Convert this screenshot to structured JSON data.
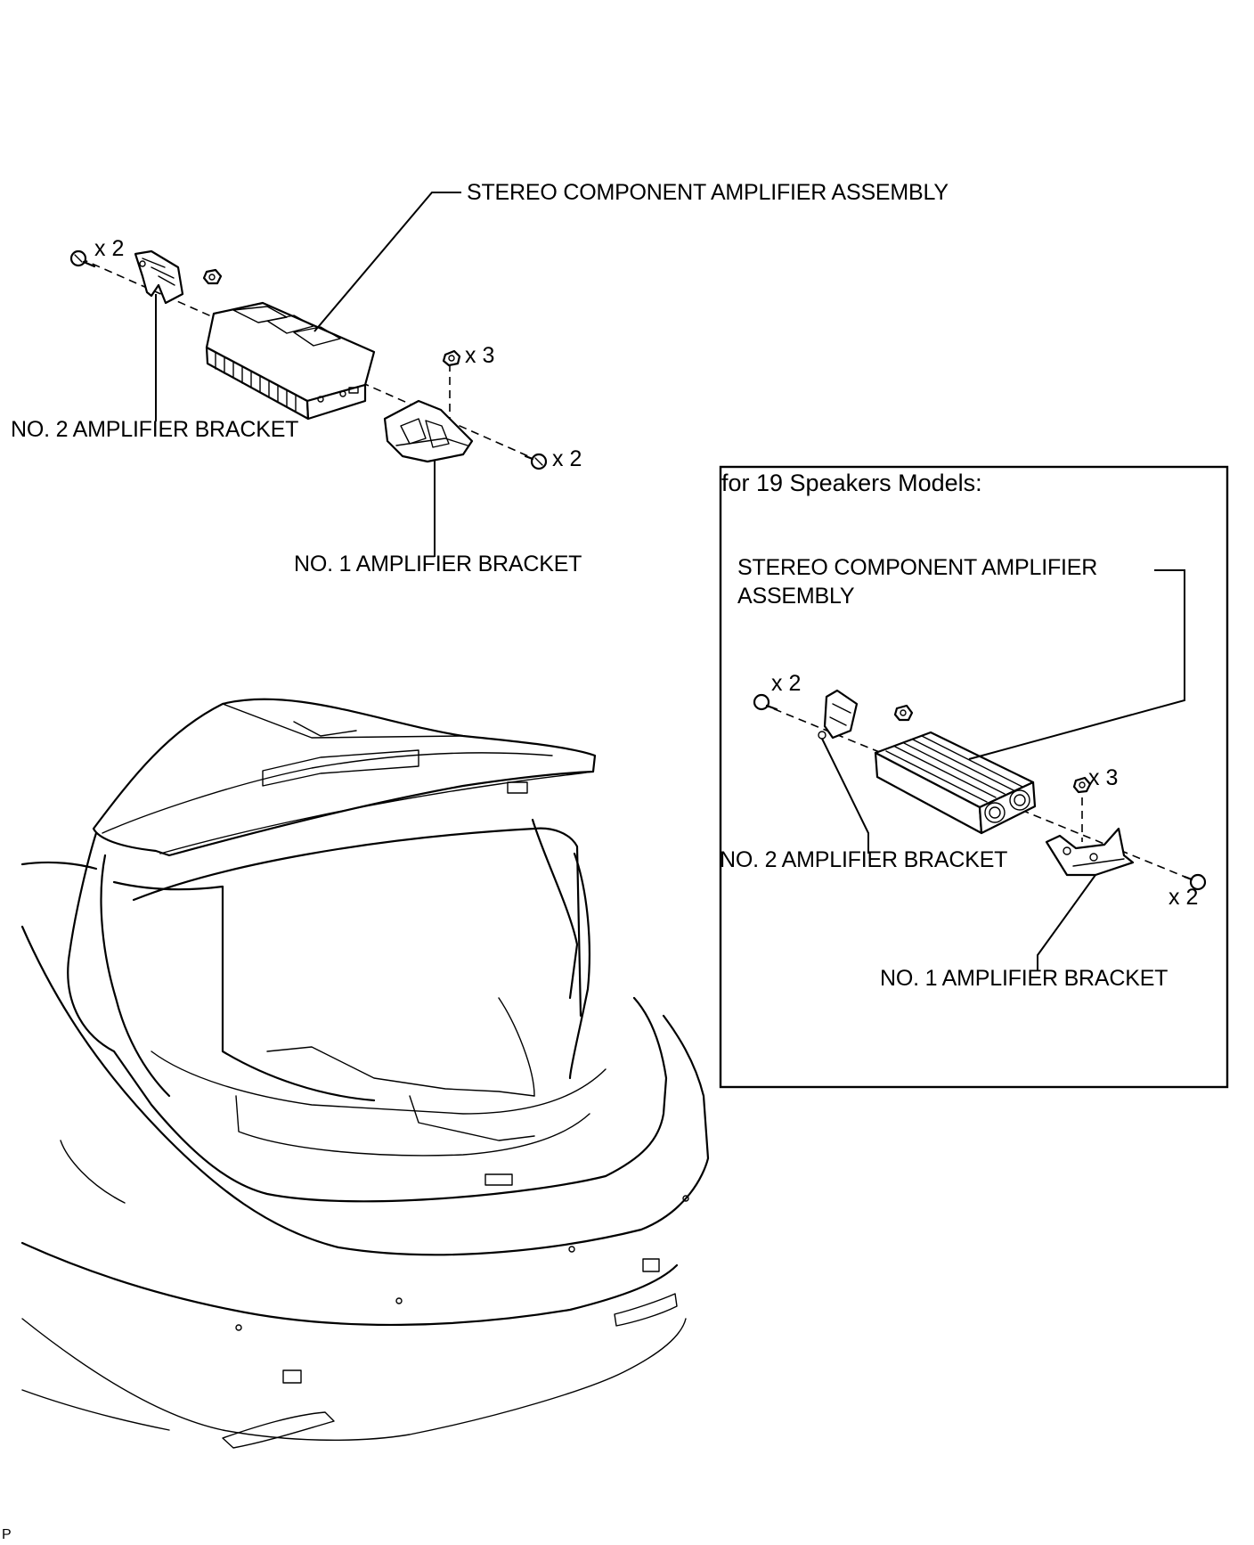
{
  "main": {
    "amp_label": "STEREO COMPONENT AMPLIFIER ASSEMBLY",
    "no2_bracket_label": "NO. 2 AMPLIFIER BRACKET",
    "no1_bracket_label": "NO. 1 AMPLIFIER BRACKET",
    "bolt_left_qty": "x 2",
    "nut_qty": "x 3",
    "bolt_right_qty": "x 2"
  },
  "inset": {
    "title": "for 19 Speakers Models:",
    "amp_label_line1": "STEREO COMPONENT AMPLIFIER",
    "amp_label_line2": "ASSEMBLY",
    "no2_bracket_label": "NO. 2 AMPLIFIER BRACKET",
    "no1_bracket_label": "NO. 1 AMPLIFIER BRACKET",
    "bolt_left_qty": "x 2",
    "nut_qty": "x 3",
    "bolt_right_qty": "x 2"
  },
  "figure_code": "P"
}
